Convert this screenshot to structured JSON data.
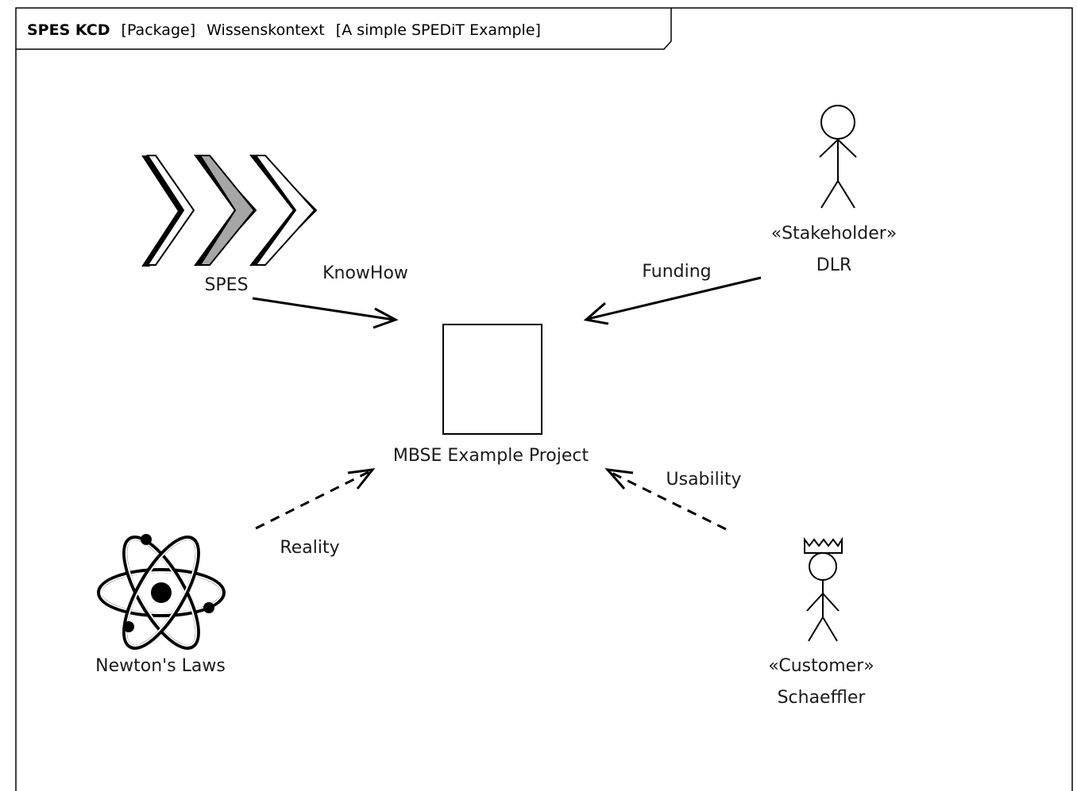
{
  "frame": {
    "kind": "SPES KCD",
    "package_tag": "[Package]",
    "name": "Wissenskontext",
    "context": "[A simple SPEDiT Example]"
  },
  "nodes": {
    "spes": {
      "label": "SPES",
      "icon": "chevron-arrows-icon"
    },
    "dlr": {
      "stereotype": "«Stakeholder»",
      "label": "DLR",
      "icon": "stick-figure-icon"
    },
    "project": {
      "label": "MBSE Example Project",
      "icon": "rectangle-block-icon"
    },
    "newton": {
      "label": "Newton's Laws",
      "icon": "atom-icon"
    },
    "schaeffler": {
      "stereotype": "«Customer»",
      "label": "Schaeffler",
      "icon": "crowned-stick-figure-icon"
    }
  },
  "edges": [
    {
      "from": "SPES",
      "to": "MBSE Example Project",
      "label": "KnowHow",
      "style": "solid"
    },
    {
      "from": "DLR",
      "to": "MBSE Example Project",
      "label": "Funding",
      "style": "solid"
    },
    {
      "from": "Newton's Laws",
      "to": "MBSE Example Project",
      "label": "Reality",
      "style": "dashed"
    },
    {
      "from": "Schaeffler",
      "to": "MBSE Example Project",
      "label": "Usability",
      "style": "dashed"
    }
  ],
  "colors": {
    "line": "#000000",
    "chevron_highlight": "#a6a6a6",
    "background": "#ffffff"
  }
}
